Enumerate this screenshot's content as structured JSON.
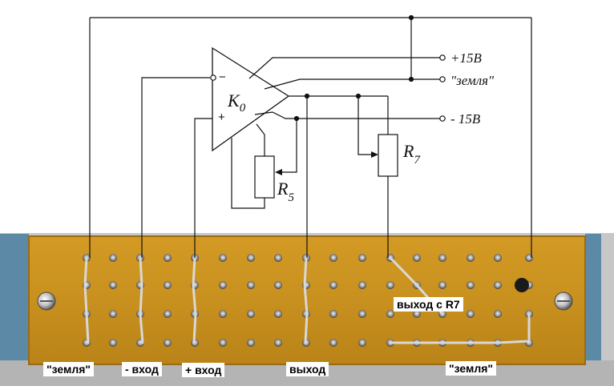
{
  "schematic": {
    "opamp_label": "K",
    "opamp_sub": "0",
    "minus_sign": "−",
    "plus_sign": "+",
    "r5_label": "R",
    "r5_sub": "5",
    "r7_label": "R",
    "r7_sub": "7",
    "terminals": {
      "pos_supply": "+15В",
      "ground": "\"земля\"",
      "neg_supply": "- 15В"
    }
  },
  "board_labels": {
    "ground_left": "\"земля\"",
    "minus_input": "- вход",
    "plus_input": "+ вход",
    "output": "выход",
    "output_r7": "выход с R7",
    "ground_right": "\"земля\""
  },
  "colors": {
    "board": "#c8921e",
    "board_edge": "#a8741a",
    "frame": "#b9b9b9",
    "side_blue": "#5c8aa6",
    "line": "#111111"
  }
}
